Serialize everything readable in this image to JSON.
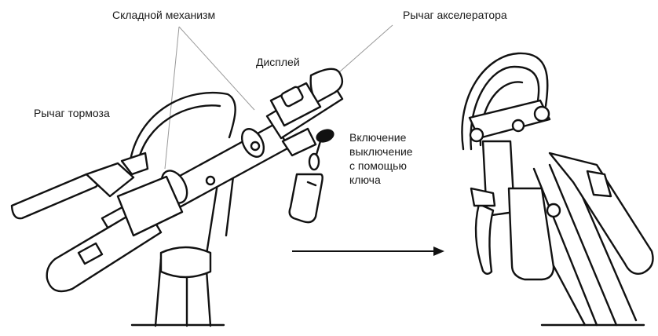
{
  "labels": {
    "folding_mechanism": "Складной механизм",
    "accelerator_lever": "Рычаг акселератора",
    "display": "Дисплей",
    "brake_lever": "Рычаг тормоза",
    "key_switch": [
      "Включение",
      "выключение",
      "с помощью",
      "ключа"
    ]
  },
  "colors": {
    "line": "#111111",
    "leader": "#999999",
    "background": "#ffffff"
  }
}
